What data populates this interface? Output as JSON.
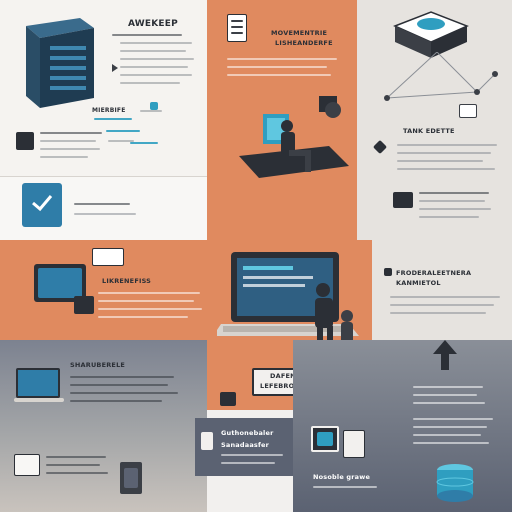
{
  "header": {
    "brand": "AWEKEEP"
  },
  "panels": {
    "top_left": {
      "title": "AWEKEEP"
    },
    "top_center": {
      "title": "MOVEMENTRIE",
      "subtitle": "LISHEANDERFE"
    },
    "top_right": {
      "title": "TANK EDETTE"
    },
    "center_banner": {
      "title": "DAFEN ERFENEUT",
      "subtitle": "LEFEBROFERNET REMENT"
    },
    "middle_right": {
      "title": "FRODERALEETNERA",
      "subtitle": "KANMIETOL"
    },
    "bottom_center": {
      "title": "Guthonebaler",
      "subtitle": "Sanadaasfer"
    },
    "bottom_right": {
      "title": "Nosoble grawe"
    },
    "mid_left": {
      "title": "LIKRENEFISS"
    },
    "lower_left": {
      "title": "SHARUBERELE"
    },
    "left_title": {
      "title": "MIERBIFE"
    }
  },
  "colors": {
    "orange": "#e08a5f",
    "gray_blue": "#5b6272",
    "cream": "#f2f0ee",
    "dark": "#2b2f36",
    "teal": "#2f9ec0",
    "light_gray": "#e6e3df"
  },
  "icons": [
    "server-icon",
    "laptop-icon",
    "person-icon",
    "checkmark-icon",
    "monitor-icon",
    "database-icon",
    "printer-icon",
    "document-icon",
    "arrow-up-icon"
  ]
}
